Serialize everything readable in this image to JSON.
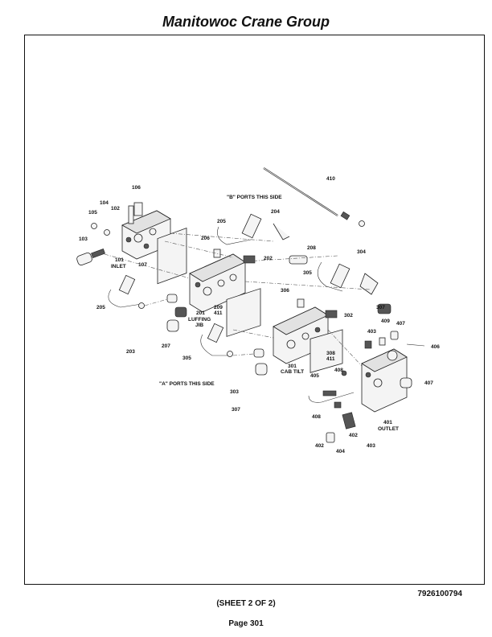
{
  "header": {
    "title": "Manitowoc Crane Group"
  },
  "diagram": {
    "callouts": [
      {
        "text": "410"
      },
      {
        "text": "\"B\" PORTS THIS SIDE"
      },
      {
        "text": "106"
      },
      {
        "text": "104"
      },
      {
        "text": "105"
      },
      {
        "text": "102"
      },
      {
        "text": "103"
      },
      {
        "text": "101"
      },
      {
        "text": "INLET"
      },
      {
        "text": "107"
      },
      {
        "text": "205"
      },
      {
        "text": "204"
      },
      {
        "text": "206"
      },
      {
        "text": "202"
      },
      {
        "text": "208"
      },
      {
        "text": "304"
      },
      {
        "text": "305"
      },
      {
        "text": "306"
      },
      {
        "text": "205"
      },
      {
        "text": "209"
      },
      {
        "text": "411"
      },
      {
        "text": "201"
      },
      {
        "text": "LUFFING"
      },
      {
        "text": "JIB"
      },
      {
        "text": "302"
      },
      {
        "text": "307"
      },
      {
        "text": "203"
      },
      {
        "text": "207"
      },
      {
        "text": "305"
      },
      {
        "text": "403"
      },
      {
        "text": "409"
      },
      {
        "text": "407"
      },
      {
        "text": "406"
      },
      {
        "text": "308"
      },
      {
        "text": "411"
      },
      {
        "text": "301"
      },
      {
        "text": "CAB TILT"
      },
      {
        "text": "408"
      },
      {
        "text": "405"
      },
      {
        "text": "\"A\" PORTS THIS SIDE"
      },
      {
        "text": "303"
      },
      {
        "text": "407"
      },
      {
        "text": "307"
      },
      {
        "text": "408"
      },
      {
        "text": "401"
      },
      {
        "text": "OUTLET"
      },
      {
        "text": "402"
      },
      {
        "text": "402"
      },
      {
        "text": "403"
      },
      {
        "text": "404"
      }
    ]
  },
  "footer": {
    "part_number": "7926100794",
    "sheet": "(SHEET 2 OF 2)",
    "page": "Page 301"
  }
}
